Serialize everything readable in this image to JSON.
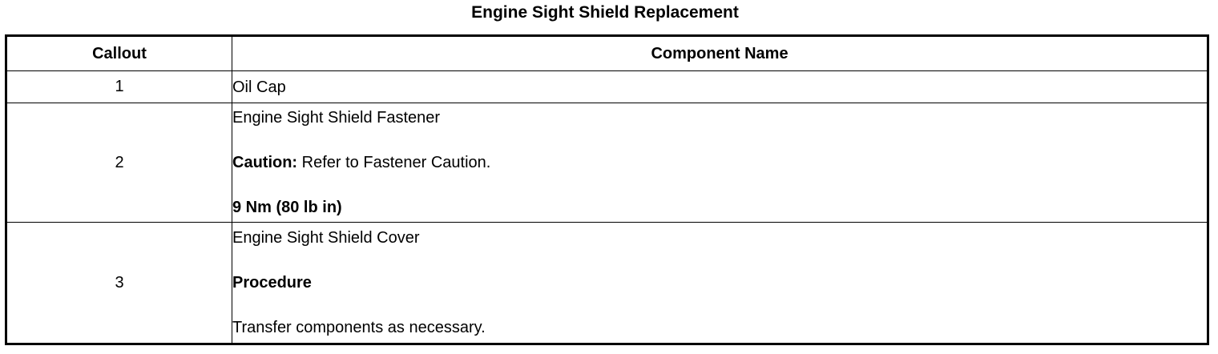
{
  "title": "Engine Sight Shield Replacement",
  "table": {
    "headers": {
      "callout": "Callout",
      "component_name": "Component Name"
    },
    "rows": [
      {
        "callout": "1",
        "name": "Oil Cap"
      },
      {
        "callout": "2",
        "name": "Engine Sight Shield Fastener",
        "caution_label": "Caution:",
        "caution_text": " Refer to Fastener Caution.",
        "torque": "9 Nm (80 lb in)"
      },
      {
        "callout": "3",
        "name": "Engine Sight Shield Cover",
        "procedure_label": "Procedure",
        "procedure_text": "Transfer components as necessary."
      }
    ]
  }
}
